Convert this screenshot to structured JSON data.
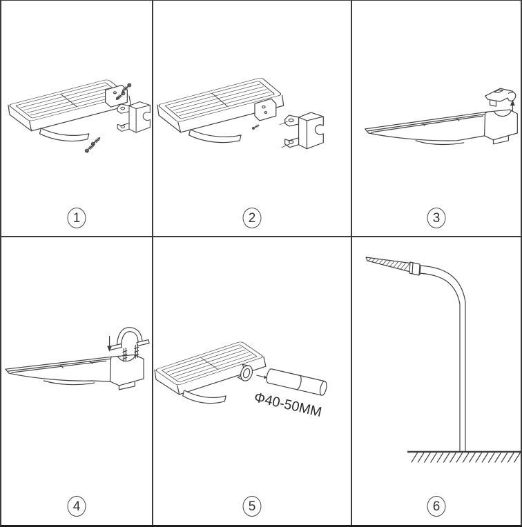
{
  "figure": {
    "kind": "solar-street-light-installation-diagram",
    "line_color": "#3f3f3f",
    "background_color": "#ffffff",
    "grid": {
      "rows": 2,
      "cols": 3
    },
    "steps": [
      {
        "number": "1",
        "illustration": "light-isometric-with-bracket-attached-and-screws"
      },
      {
        "number": "2",
        "illustration": "light-isometric-with-pole-bracket-detached"
      },
      {
        "number": "3",
        "illustration": "light-side-view-clamp-cap-above-arrow-up"
      },
      {
        "number": "4",
        "illustration": "light-side-view-u-bolt-clamp-arrow-down"
      },
      {
        "number": "5",
        "illustration": "pole-inserted-into-light-socket",
        "pole_diameter_label": "Φ40-50MM"
      },
      {
        "number": "6",
        "illustration": "light-installed-on-curved-pole-above-ground"
      }
    ]
  }
}
